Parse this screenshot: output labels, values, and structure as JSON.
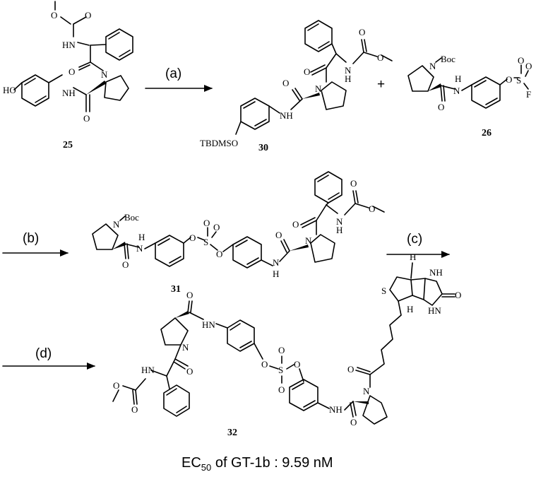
{
  "compounds": {
    "c25": "25",
    "c30": "30",
    "c26": "26",
    "c31": "31",
    "c32": "32"
  },
  "steps": {
    "a": "(a)",
    "b": "(b)",
    "c": "(c)",
    "d": "(d)"
  },
  "plus": "+",
  "atoms": {
    "ho": "HO",
    "nh": "NH",
    "hn": "HN",
    "n": "N",
    "h": "H",
    "o": "O",
    "s": "S",
    "f": "F",
    "boc": "Boc",
    "tbdmso": "TBDMSO"
  },
  "footer": {
    "prefix": "EC",
    "subscript": "50",
    "suffix": " of GT-1b : 9.59 nM"
  }
}
